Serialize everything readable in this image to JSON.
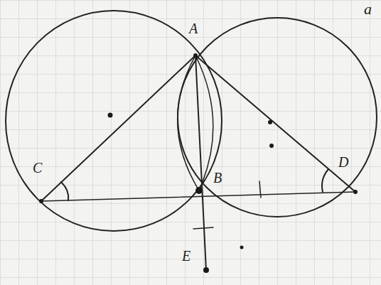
{
  "diagram": {
    "labels": [
      "a",
      "A",
      "B",
      "C",
      "D",
      "E"
    ]
  }
}
